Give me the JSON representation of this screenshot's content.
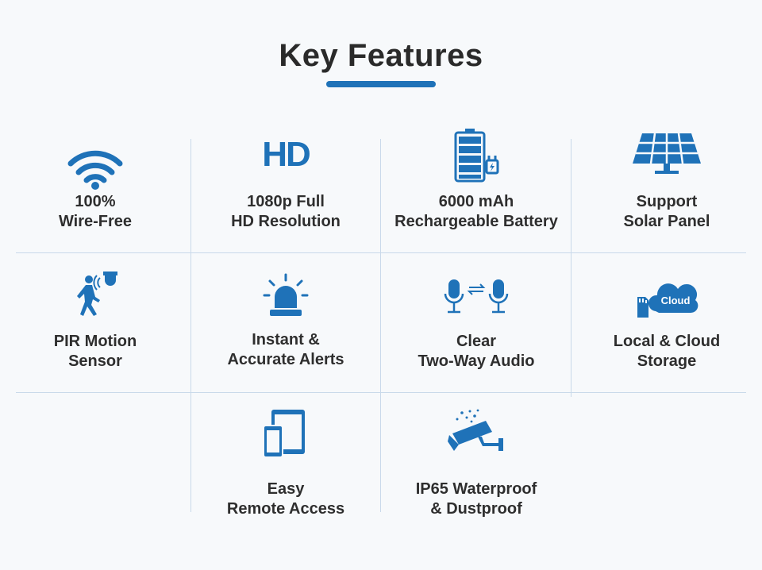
{
  "page": {
    "title": "Key Features",
    "accent_color": "#1f72b8"
  },
  "features": [
    {
      "icon": "wifi-icon",
      "line1": "100%",
      "line2": "Wire-Free"
    },
    {
      "icon": "hd-icon",
      "icon_text": "HD",
      "line1": "1080p Full",
      "line2": "HD Resolution"
    },
    {
      "icon": "battery-charging-icon",
      "line1": "6000 mAh",
      "line2": "Rechargeable Battery"
    },
    {
      "icon": "solar-panel-icon",
      "line1": "Support",
      "line2": "Solar Panel"
    },
    {
      "icon": "motion-sensor-icon",
      "line1": "PIR Motion",
      "line2": "Sensor"
    },
    {
      "icon": "alarm-light-icon",
      "line1": "Instant &",
      "line2": "Accurate Alerts"
    },
    {
      "icon": "two-way-microphone-icon",
      "line1": "Clear",
      "line2": "Two-Way Audio"
    },
    {
      "icon": "sd-card-cloud-icon",
      "icon_text": "Cloud",
      "line1": "Local & Cloud",
      "line2": "Storage"
    },
    {
      "icon": "tablet-phone-icon",
      "line1": "Easy",
      "line2": "Remote Access"
    },
    {
      "icon": "waterproof-camera-icon",
      "line1": "IP65 Waterproof",
      "line2": "& Dustproof"
    }
  ]
}
